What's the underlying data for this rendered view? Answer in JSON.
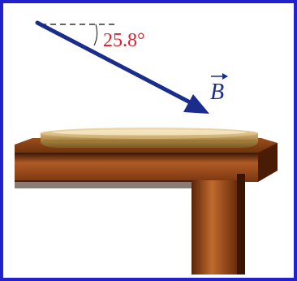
{
  "diagram": {
    "angle_label": "25.8°",
    "field_symbol": "B",
    "field_arrow_color": "#1a2d8c",
    "angle_color": "#e0202a",
    "frame_color": "#2222cc",
    "angle_degrees": 25.8
  }
}
